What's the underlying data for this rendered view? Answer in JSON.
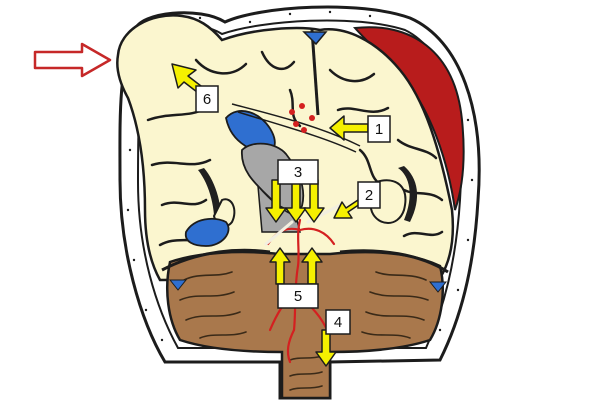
{
  "labels": [
    {
      "id": "1",
      "text": "1"
    },
    {
      "id": "2",
      "text": "2"
    },
    {
      "id": "3",
      "text": "3"
    },
    {
      "id": "4",
      "text": "4"
    },
    {
      "id": "5",
      "text": "5"
    },
    {
      "id": "6",
      "text": "6"
    }
  ],
  "colors": {
    "brain": "#fbf6cf",
    "skull": "#ffffff",
    "outline": "#1c1c1c",
    "dark_gap": "#202020",
    "hematoma": "#b81c1c",
    "ventricle": "#2f6fd0",
    "brainstem_gray": "#a7a7a7",
    "cerebellum": "#a9784c",
    "vessel": "#d42020",
    "arrow_yellow": "#f5f000",
    "pointer_arrow": "#c62828"
  },
  "icons": {
    "pointer": "outline-arrow-right-icon",
    "shift_arrow": "yellow-arrow-icon"
  }
}
